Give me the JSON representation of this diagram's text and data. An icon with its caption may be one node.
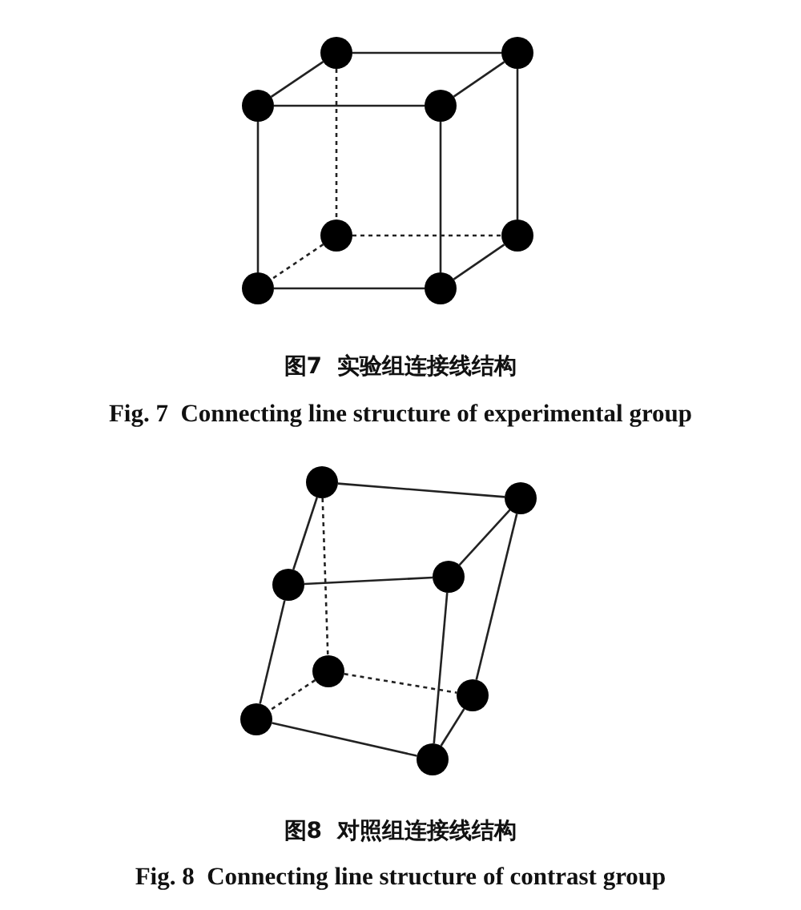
{
  "diagram": {
    "nodes": [
      {
        "text": [],
        "shape": "circle"
      },
      {
        "text": [],
        "shape": "circle"
      },
      {
        "text": [],
        "shape": "circle"
      },
      {
        "text": [],
        "shape": "circle"
      },
      {
        "text": [],
        "shape": "circle"
      },
      {
        "text": [],
        "shape": "circle"
      },
      {
        "text": [],
        "shape": "circle"
      },
      {
        "text": [],
        "shape": "circle"
      },
      {
        "text": [],
        "shape": "circle"
      },
      {
        "text": [],
        "shape": "circle"
      },
      {
        "text": [],
        "shape": "circle"
      },
      {
        "text": [],
        "shape": "circle"
      },
      {
        "text": [],
        "shape": "circle"
      },
      {
        "text": [],
        "shape": "circle"
      },
      {
        "text": [],
        "shape": "circle"
      },
      {
        "text": [],
        "shape": "circle"
      }
    ],
    "edges": [
      {
        "from": 0,
        "to": 1,
        "arrow": "none"
      },
      {
        "from": 0,
        "to": 2,
        "arrow": "none"
      },
      {
        "from": 1,
        "to": 3,
        "arrow": "none"
      },
      {
        "from": 2,
        "to": 3,
        "arrow": "none"
      },
      {
        "from": 0,
        "to": 4,
        "arrow": "none",
        "style": "dashed"
      },
      {
        "from": 1,
        "to": 5,
        "arrow": "none"
      },
      {
        "from": 2,
        "to": 6,
        "arrow": "none"
      },
      {
        "from": 3,
        "to": 7,
        "arrow": "none"
      },
      {
        "from": 4,
        "to": 5,
        "arrow": "none",
        "style": "dashed"
      },
      {
        "from": 4,
        "to": 6,
        "arrow": "none",
        "style": "dashed"
      },
      {
        "from": 5,
        "to": 7,
        "arrow": "none"
      },
      {
        "from": 6,
        "to": 7,
        "arrow": "none"
      },
      {
        "from": 8,
        "to": 9,
        "arrow": "none"
      },
      {
        "from": 8,
        "to": 11,
        "arrow": "none"
      },
      {
        "from": 9,
        "to": 10,
        "arrow": "none"
      },
      {
        "from": 11,
        "to": 10,
        "arrow": "none"
      },
      {
        "from": 8,
        "to": 12,
        "arrow": "none",
        "style": "dashed"
      },
      {
        "from": 9,
        "to": 13,
        "arrow": "none"
      },
      {
        "from": 11,
        "to": 14,
        "arrow": "none"
      },
      {
        "from": 10,
        "to": 15,
        "arrow": "none"
      },
      {
        "from": 12,
        "to": 13,
        "arrow": "none",
        "style": "dashed"
      },
      {
        "from": 12,
        "to": 14,
        "arrow": "none",
        "style": "dashed"
      },
      {
        "from": 13,
        "to": 15,
        "arrow": "none"
      },
      {
        "from": 14,
        "to": 15,
        "arrow": "none"
      }
    ],
    "labels": [
      "图7  实验组连接线结构",
      "Fig. 7  Connecting line structure of experimental group",
      "图8  对照组连接线结构",
      "Fig. 8  Connecting line structure of contrast group"
    ]
  }
}
